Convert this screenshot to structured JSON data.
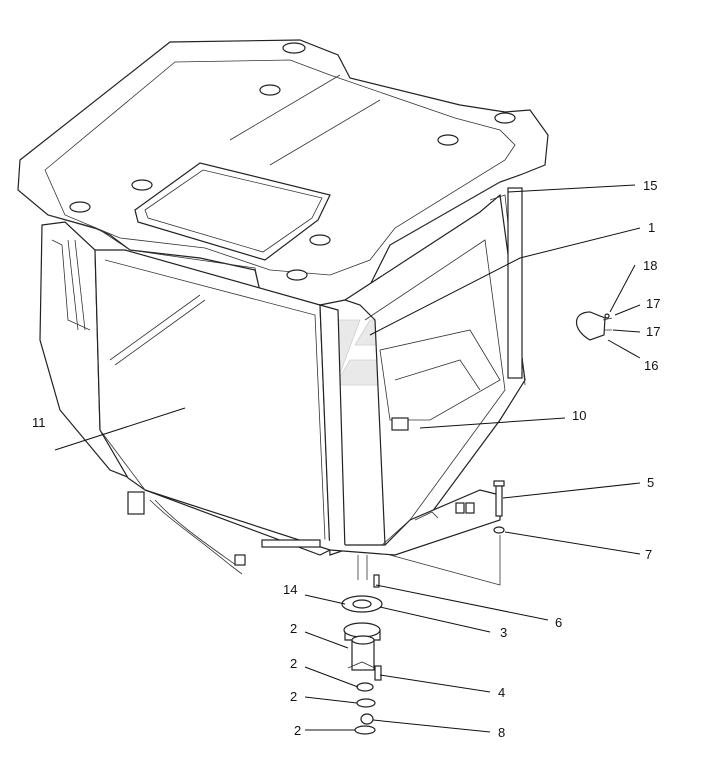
{
  "callouts": [
    {
      "id": "c15",
      "text": "15"
    },
    {
      "id": "c1",
      "text": "1"
    },
    {
      "id": "c18",
      "text": "18"
    },
    {
      "id": "c17a",
      "text": "17"
    },
    {
      "id": "c17b",
      "text": "17"
    },
    {
      "id": "c16",
      "text": "16"
    },
    {
      "id": "c10",
      "text": "10"
    },
    {
      "id": "c11",
      "text": "11"
    },
    {
      "id": "c5",
      "text": "5"
    },
    {
      "id": "c7",
      "text": "7"
    },
    {
      "id": "c6",
      "text": "6"
    },
    {
      "id": "c14",
      "text": "14"
    },
    {
      "id": "c3",
      "text": "3"
    },
    {
      "id": "c2a",
      "text": "2"
    },
    {
      "id": "c2b",
      "text": "2"
    },
    {
      "id": "c4",
      "text": "4"
    },
    {
      "id": "c2c",
      "text": "2"
    },
    {
      "id": "c2d",
      "text": "2"
    },
    {
      "id": "c8",
      "text": "8"
    }
  ]
}
